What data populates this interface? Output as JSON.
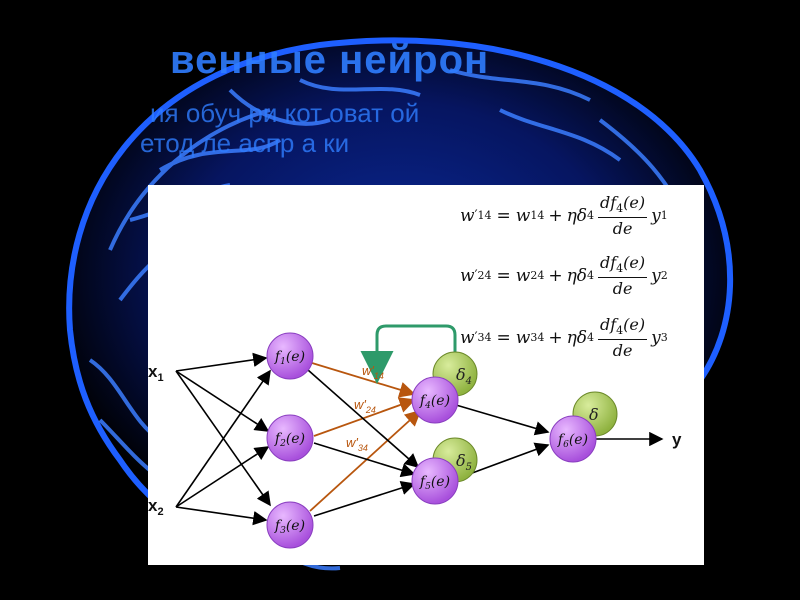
{
  "heading": {
    "title": "венные нейрон",
    "line1": "ия обуч          ри  кот      оват          ой",
    "line2": "етод  ле          аспр       а              ки"
  },
  "formulas": [
    {
      "lhs": "w",
      "lhs_sub": "14",
      "w": "w",
      "w_sub": "14",
      "eta_delta": "ηδ",
      "delta_sub": "4",
      "num": "df",
      "num_sub": "4",
      "num_arg": "(e)",
      "den": "de",
      "y": "y",
      "y_sub": "1"
    },
    {
      "lhs": "w",
      "lhs_sub": "24",
      "w": "w",
      "w_sub": "24",
      "eta_delta": "ηδ",
      "delta_sub": "4",
      "num": "df",
      "num_sub": "4",
      "num_arg": "(e)",
      "den": "de",
      "y": "y",
      "y_sub": "2"
    },
    {
      "lhs": "w",
      "lhs_sub": "34",
      "w": "w",
      "w_sub": "34",
      "eta_delta": "ηδ",
      "delta_sub": "4",
      "num": "df",
      "num_sub": "4",
      "num_arg": "(e)",
      "den": "de",
      "y": "y",
      "y_sub": "3"
    }
  ],
  "inputs": [
    {
      "label": "x",
      "sub": "1"
    },
    {
      "label": "x",
      "sub": "2"
    }
  ],
  "output": {
    "label": "y"
  },
  "neurons": [
    {
      "id": "f1",
      "label": "f",
      "sub": "1",
      "arg": "(e)"
    },
    {
      "id": "f2",
      "label": "f",
      "sub": "2",
      "arg": "(e)"
    },
    {
      "id": "f3",
      "label": "f",
      "sub": "3",
      "arg": "(e)"
    },
    {
      "id": "f4",
      "label": "f",
      "sub": "4",
      "arg": "(e)"
    },
    {
      "id": "f5",
      "label": "f",
      "sub": "5",
      "arg": "(e)"
    },
    {
      "id": "f6",
      "label": "f",
      "sub": "6",
      "arg": "(e)"
    }
  ],
  "deltas": [
    {
      "label": "δ",
      "sub": "4"
    },
    {
      "label": "δ",
      "sub": "5"
    },
    {
      "label": "δ",
      "sub": ""
    }
  ],
  "weight_labels": [
    {
      "label": "w'",
      "sub": "14"
    },
    {
      "label": "w'",
      "sub": "24"
    },
    {
      "label": "w'",
      "sub": "34"
    }
  ],
  "colors": {
    "neuron": "#c070e8",
    "delta": "#a8c85a",
    "update_edge": "#b8560e",
    "feedback": "#2e9a6a",
    "brain": "#1e5fff"
  }
}
